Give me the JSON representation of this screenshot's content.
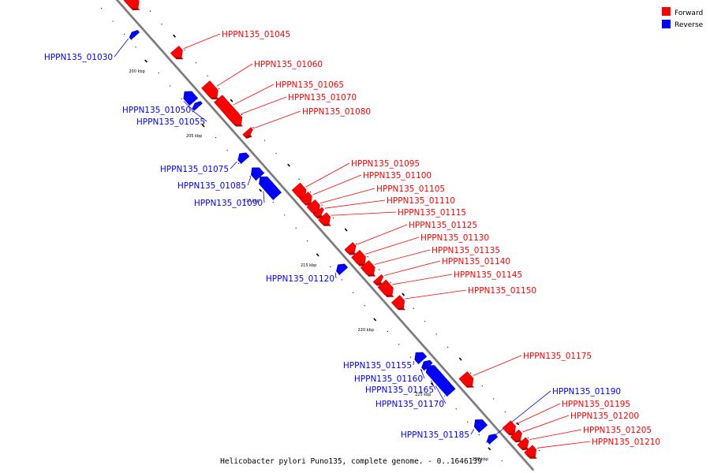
{
  "legend": {
    "forward_label": "Forward",
    "reverse_label": "Reverse",
    "forward_color": "#ff0000",
    "reverse_color": "#0000ff"
  },
  "axis": {
    "unit": "kbp",
    "ticks": [
      {
        "kbp": 200,
        "label": "200 kbp"
      },
      {
        "kbp": 205,
        "label": "205 kbp"
      },
      {
        "kbp": 210,
        "label": "210 kbp"
      },
      {
        "kbp": 215,
        "label": "215 kbp"
      },
      {
        "kbp": 220,
        "label": "220 kbp"
      },
      {
        "kbp": 225,
        "label": "225 kbp"
      },
      {
        "kbp": 230,
        "label": "230 kbp"
      }
    ]
  },
  "footer": "Helicobacter pylori Puno135, complete genome. - 0..1646139",
  "genes": [
    {
      "name": "",
      "strand": "forward",
      "start": 196.3,
      "end": 197.4
    },
    {
      "name": "HPPN135_01030",
      "strand": "reverse",
      "start": 198.2,
      "end": 198.5
    },
    {
      "name": "HPPN135_01045",
      "strand": "forward",
      "start": 200.6,
      "end": 201.2
    },
    {
      "name": "HPPN135_01050",
      "strand": "reverse",
      "start": 202.8,
      "end": 203.6
    },
    {
      "name": "HPPN135_01055",
      "strand": "reverse",
      "start": 203.7,
      "end": 204.0
    },
    {
      "name": "HPPN135_01060",
      "strand": "forward",
      "start": 203.3,
      "end": 204.3
    },
    {
      "name": "HPPN135_01065",
      "strand": "forward",
      "start": 204.4,
      "end": 206.1
    },
    {
      "name": "HPPN135_01070",
      "strand": "forward",
      "start": 205.5,
      "end": 206.4
    },
    {
      "name": "HPPN135_01080",
      "strand": "forward",
      "start": 206.9,
      "end": 207.2
    },
    {
      "name": "HPPN135_01075",
      "strand": "reverse",
      "start": 207.6,
      "end": 208.1
    },
    {
      "name": "HPPN135_01085",
      "strand": "reverse",
      "start": 208.7,
      "end": 209.4
    },
    {
      "name": "HPPN135_01090",
      "strand": "reverse",
      "start": 209.4,
      "end": 210.9
    },
    {
      "name": "HPPN135_01095",
      "strand": "forward",
      "start": 211.2,
      "end": 212.0
    },
    {
      "name": "HPPN135_01100",
      "strand": "forward",
      "start": 211.9,
      "end": 212.5
    },
    {
      "name": "HPPN135_01105",
      "strand": "forward",
      "start": 212.5,
      "end": 213.2
    },
    {
      "name": "HPPN135_01110",
      "strand": "forward",
      "start": 213.1,
      "end": 213.4
    },
    {
      "name": "HPPN135_01115",
      "strand": "forward",
      "start": 213.5,
      "end": 214.1
    },
    {
      "name": "HPPN135_01120",
      "strand": "reverse",
      "start": 216.2,
      "end": 216.7
    },
    {
      "name": "HPPN135_01125",
      "strand": "forward",
      "start": 215.8,
      "end": 216.3
    },
    {
      "name": "HPPN135_01130",
      "strand": "forward",
      "start": 216.4,
      "end": 217.2
    },
    {
      "name": "HPPN135_01135",
      "strand": "forward",
      "start": 217.2,
      "end": 218.0
    },
    {
      "name": "HPPN135_01140",
      "strand": "forward",
      "start": 218.3,
      "end": 218.6
    },
    {
      "name": "HPPN135_01145",
      "strand": "forward",
      "start": 218.7,
      "end": 219.6
    },
    {
      "name": "HPPN135_01150",
      "strand": "forward",
      "start": 219.9,
      "end": 220.6
    },
    {
      "name": "HPPN135_01155",
      "strand": "reverse",
      "start": 223.0,
      "end": 223.6
    },
    {
      "name": "HPPN135_01160",
      "strand": "reverse",
      "start": 223.7,
      "end": 224.1
    },
    {
      "name": "HPPN135_01165",
      "strand": "reverse",
      "start": 224.0,
      "end": 225.6
    },
    {
      "name": "HPPN135_01170",
      "strand": "reverse",
      "start": 224.3,
      "end": 226.1
    },
    {
      "name": "HPPN135_01175",
      "strand": "forward",
      "start": 225.8,
      "end": 226.6
    },
    {
      "name": "HPPN135_01185",
      "strand": "reverse",
      "start": 228.2,
      "end": 228.9
    },
    {
      "name": "HPPN135_01190",
      "strand": "reverse",
      "start": 229.4,
      "end": 229.8
    },
    {
      "name": "HPPN135_01195",
      "strand": "forward",
      "start": 229.6,
      "end": 230.3
    },
    {
      "name": "HPPN135_01200",
      "strand": "forward",
      "start": 230.3,
      "end": 230.8
    },
    {
      "name": "HPPN135_01205",
      "strand": "forward",
      "start": 230.9,
      "end": 231.4
    },
    {
      "name": "HPPN135_01210",
      "strand": "forward",
      "start": 231.5,
      "end": 232.1
    }
  ]
}
